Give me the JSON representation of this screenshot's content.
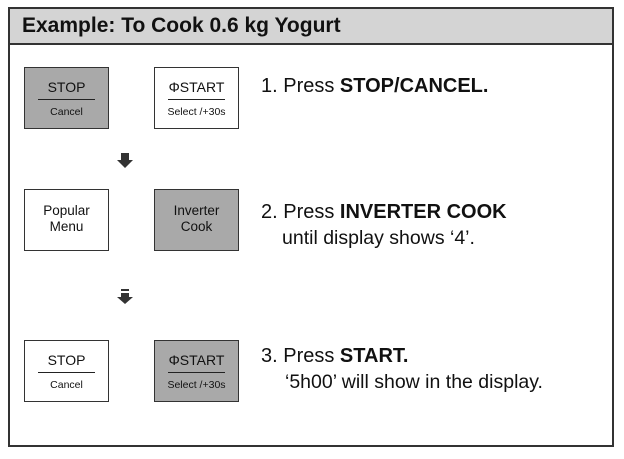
{
  "title": "Example: To Cook 0.6 kg Yogurt",
  "buttons": {
    "stop": {
      "top": "STOP",
      "bottom": "Cancel"
    },
    "start": {
      "top": "ΦSTART",
      "bottom": "Select /+30s"
    },
    "popular": {
      "line1": "Popular",
      "line2": "Menu"
    },
    "inverter": {
      "line1": "Inverter",
      "line2": "Cook"
    }
  },
  "steps": [
    {
      "prefix": "1. Press ",
      "bold": "STOP/CANCEL.",
      "sub": ""
    },
    {
      "prefix": "2. Press ",
      "bold": "INVERTER COOK",
      "sub": "until display shows ‘4’."
    },
    {
      "prefix": "3. Press ",
      "bold": "START.",
      "sub": "‘5h00’ will show in the display."
    }
  ],
  "icons": {
    "arrow1": "down-arrow-icon",
    "arrow2": "double-down-arrow-icon"
  }
}
